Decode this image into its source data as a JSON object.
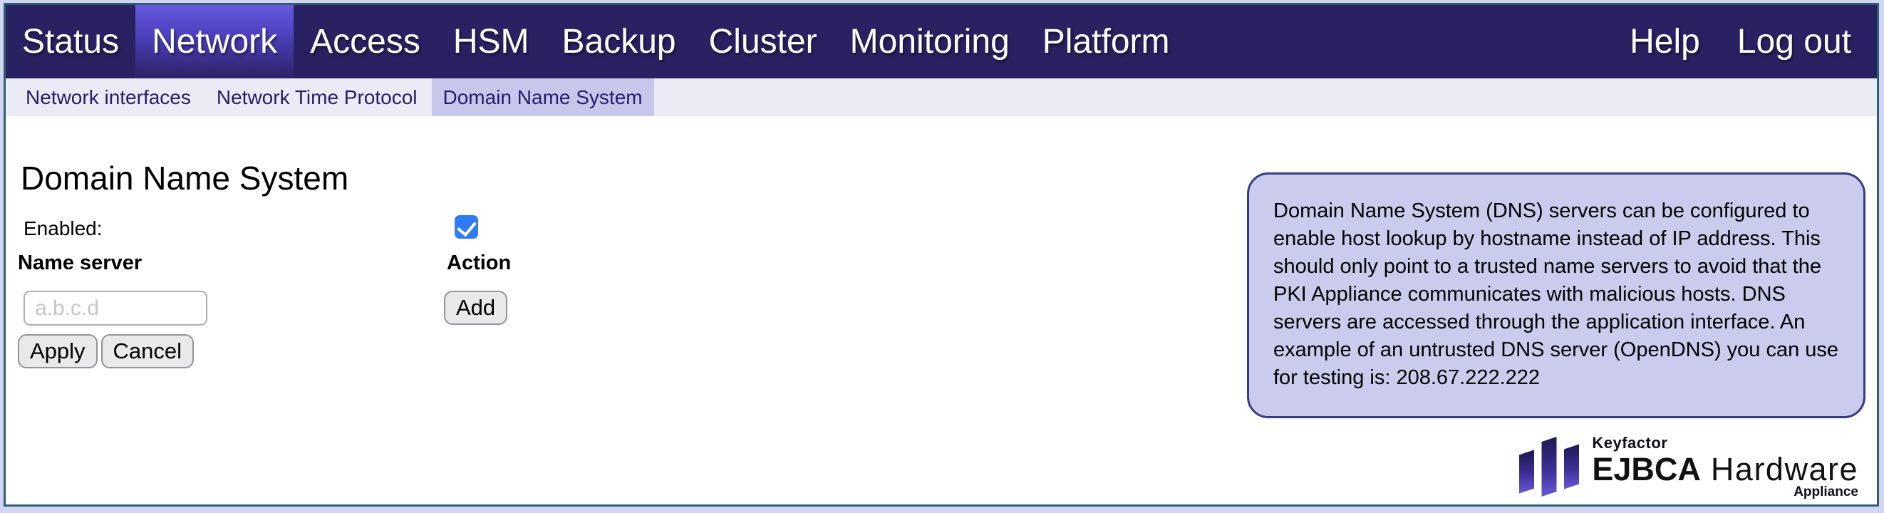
{
  "topnav": {
    "items": [
      {
        "label": "Status"
      },
      {
        "label": "Network"
      },
      {
        "label": "Access"
      },
      {
        "label": "HSM"
      },
      {
        "label": "Backup"
      },
      {
        "label": "Cluster"
      },
      {
        "label": "Monitoring"
      },
      {
        "label": "Platform"
      }
    ],
    "active_item": "Network",
    "help_label": "Help",
    "logout_label": "Log out"
  },
  "subnav": {
    "items": [
      {
        "label": "Network interfaces"
      },
      {
        "label": "Network Time Protocol"
      },
      {
        "label": "Domain Name System"
      }
    ],
    "active_item": "Domain Name System"
  },
  "main": {
    "title": "Domain Name System",
    "enabled_label": "Enabled:",
    "enabled_checked": true,
    "table": {
      "name_server_header": "Name server",
      "action_header": "Action",
      "name_server_value": "",
      "name_server_placeholder": "a.b.c.d",
      "add_button": "Add"
    },
    "apply_button": "Apply",
    "cancel_button": "Cancel"
  },
  "info_box": {
    "text": "Domain Name System (DNS) servers can be configured to enable host lookup by hostname instead of IP address. This should only point to a trusted name servers to avoid that the PKI Appliance communicates with malicious hosts. DNS servers are accessed through the application interface. An example of an untrusted DNS server (OpenDNS) you can use for testing is: 208.67.222.222"
  },
  "logo": {
    "brand": "Keyfactor",
    "product_bold": "EJBCA",
    "product_light": "Hardware",
    "subtitle": "Appliance"
  },
  "colors": {
    "nav_bg": "#2a2162",
    "nav_active_gradient_top": "#675ae0",
    "subnav_bg": "#ebebf5",
    "subnav_active_bg": "#c7c7ec",
    "checkbox_blue": "#2e7bf5",
    "info_box_bg": "#cbcbed",
    "info_box_border": "#353c82",
    "frame_border": "#2e5f6d",
    "page_margin_bg": "#d2d6f4",
    "logo_gradient_top": "#1d1a4f",
    "logo_gradient_bottom": "#6a58d8"
  }
}
